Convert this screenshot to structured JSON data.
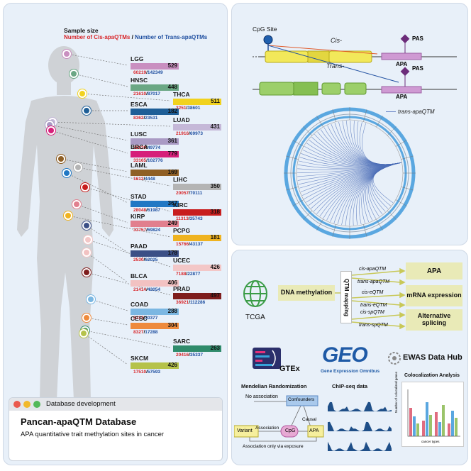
{
  "left": {
    "legend_title": "Sample size",
    "legend_cis": "Number of Cis-apaQTMs",
    "legend_sep": " / ",
    "legend_trans": "Number of Trans-apaQTMs",
    "cancers": [
      {
        "abbr": "LGG",
        "size": "529",
        "cis": "60219",
        "trans": "142349",
        "color": "#c98fc0"
      },
      {
        "abbr": "HNSC",
        "size": "448",
        "cis": "21610",
        "trans": "87017",
        "color": "#6aa784"
      },
      {
        "abbr": "THCA",
        "size": "511",
        "cis": "3251",
        "trans": "38601",
        "color": "#f1d21e"
      },
      {
        "abbr": "ESCA",
        "size": "182",
        "cis": "8362",
        "trans": "23531",
        "color": "#1e5e97"
      },
      {
        "abbr": "LUAD",
        "size": "431",
        "cis": "21916",
        "trans": "69973",
        "color": "#c5b8d8"
      },
      {
        "abbr": "LUSC",
        "size": "361",
        "cis": "22630",
        "trans": "49774",
        "color": "#a99ac4"
      },
      {
        "abbr": "BRCA",
        "size": "779",
        "cis": "33165",
        "trans": "102776",
        "color": "#d61f7a"
      },
      {
        "abbr": "LAML",
        "size": "169",
        "cis": "1612",
        "trans": "4448",
        "color": "#8f5f25"
      },
      {
        "abbr": "LIHC",
        "size": "350",
        "cis": "20057",
        "trans": "70111",
        "color": "#b4b4b4"
      },
      {
        "abbr": "STAD",
        "size": "367",
        "cis": "28048",
        "trans": "61987",
        "color": "#2178c4"
      },
      {
        "abbr": "KIRC",
        "size": "318",
        "cis": "11313",
        "trans": "35743",
        "color": "#c81e1e"
      },
      {
        "abbr": "KIRP",
        "size": "249",
        "cis": "33757",
        "trans": "69824",
        "color": "#e17f8e"
      },
      {
        "abbr": "PCPG",
        "size": "181",
        "cis": "15766",
        "trans": "43137",
        "color": "#efb320"
      },
      {
        "abbr": "PAAD",
        "size": "178",
        "cis": "2530",
        "trans": "62025",
        "color": "#3b4f86"
      },
      {
        "abbr": "UCEC",
        "size": "426",
        "cis": "7188",
        "trans": "22877",
        "color": "#f3c7c7"
      },
      {
        "abbr": "BLCA",
        "size": "406",
        "cis": "21414",
        "trans": "43054",
        "color": "#f2c2c2"
      },
      {
        "abbr": "PRAD",
        "size": "497",
        "cis": "36921",
        "trans": "112286",
        "color": "#7e1d1d"
      },
      {
        "abbr": "COAD",
        "size": "288",
        "cis": "6333",
        "trans": "30377",
        "color": "#7bb7e2"
      },
      {
        "abbr": "CESC",
        "size": "304",
        "cis": "8327",
        "trans": "17288",
        "color": "#ee8a3c"
      },
      {
        "abbr": "SARC",
        "size": "263",
        "cis": "20416",
        "trans": "35337",
        "color": "#2f8b6b"
      },
      {
        "abbr": "SKCM",
        "size": "426",
        "cis": "17510",
        "trans": "57593",
        "color": "#b5c24a"
      }
    ],
    "window_label": "Database development",
    "db_title": "Pancan-apaQTM Database",
    "db_subtitle": "APA  quantitative trait methylation sites in cancer"
  },
  "right_top": {
    "cpg_label": "CpG Site",
    "cis_label": "Cis-",
    "trans_label": "Trans-",
    "pas_label": "PAS",
    "apa_label": "APA",
    "circos_legend": "trans-apaQTM"
  },
  "right_bottom": {
    "tcga": "TCGA",
    "dna_methylation": "DNA methylation",
    "qtm_mapping": "QTM mapping",
    "pairs": [
      {
        "cis": "cis-apaQTM",
        "trans": "trans-apaQTM",
        "target": "APA"
      },
      {
        "cis": "cis-eQTM",
        "trans": "trans-eQTM",
        "target": "mRNA expression"
      },
      {
        "cis": "cis-spQTM",
        "trans": "trans-spQTM",
        "target": "Alternative splicing"
      }
    ],
    "gtex": "GTEx",
    "geo": "GEO",
    "geo_sub": "Gene Expression Omnibus",
    "ewas": "EWAS Data Hub",
    "mr_title": "Mendelian Randomization",
    "mr_no_assoc": "No association",
    "mr_confounders": "Confounders",
    "mr_association": "Association",
    "mr_causal": "Causal",
    "mr_variant": "Variant",
    "mr_cpg": "CpG",
    "mr_apa": "APA",
    "mr_exposure": "Association only via exposure",
    "chip_title": "ChIP-seq data",
    "coloc_title": "Colocalization Analysis",
    "coloc_y": "Number of colocalized genes",
    "coloc_x": "cancer types"
  }
}
